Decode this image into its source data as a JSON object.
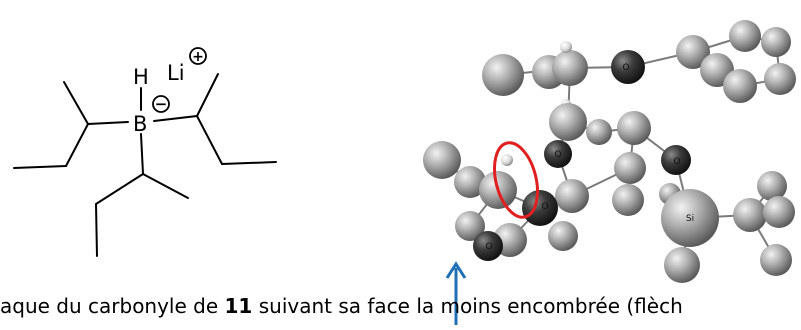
{
  "structure": {
    "atom_h": "H",
    "atom_b": "B",
    "counter_ion": "Li",
    "charge_plus": "+",
    "charge_minus": "−"
  },
  "model": {
    "label_o1": "O",
    "label_o2": "O",
    "label_o3": "O",
    "label_o4": "O",
    "label_o5": "O",
    "label_si": "Si"
  },
  "caption": {
    "text_before": "aque du carbonyle de ",
    "compound_number": "11",
    "text_after": " suivant sa face la moins encombrée (flèch"
  },
  "colors": {
    "bond": "#000000",
    "highlight_ellipse": "#e02020",
    "arrow": "#1f6fb5"
  }
}
